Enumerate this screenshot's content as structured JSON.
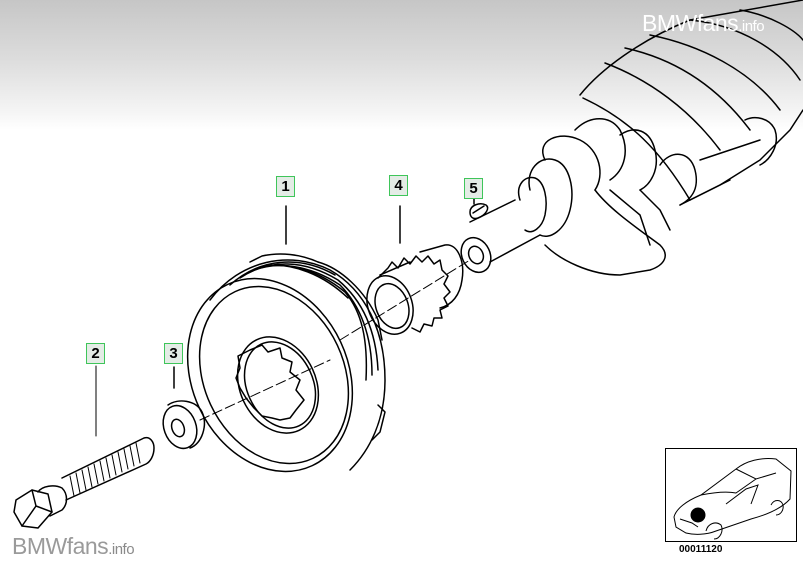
{
  "watermark": {
    "brand": "BMWfans",
    "suffix": ".info"
  },
  "callouts": [
    {
      "id": "1",
      "label": "1",
      "part": "vibration-damper-pulley"
    },
    {
      "id": "2",
      "label": "2",
      "part": "bolt"
    },
    {
      "id": "3",
      "label": "3",
      "part": "washer"
    },
    {
      "id": "4",
      "label": "4",
      "part": "sprocket"
    },
    {
      "id": "5",
      "label": "5",
      "part": "woodruff-key"
    }
  ],
  "locator": {
    "diagram_code": "00011120",
    "marker": "front-engine-location-dot"
  },
  "colors": {
    "callout_border": "#3fc55a",
    "callout_fill": "#e4ece6",
    "line_art": "#000000",
    "header_gradient_top": "#c6c6c6",
    "watermark_bottom": "#9a9a9a"
  }
}
